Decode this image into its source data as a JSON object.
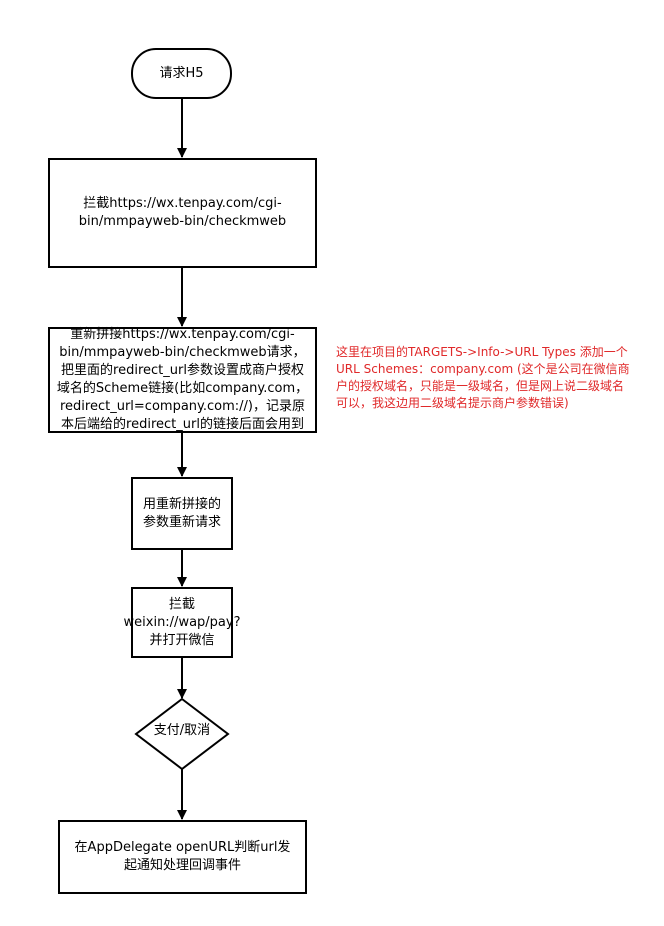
{
  "colors": {
    "stroke": "#000000",
    "node_fill": "#ffffff",
    "annotation_text": "#e0292a"
  },
  "nodes": {
    "start": "请求H5",
    "intercept_checkmweb": "拦截https://wx.tenpay.com/cgi-bin/mmpayweb-bin/checkmweb",
    "rebuild_url": "重新拼接https://wx.tenpay.com/cgi-bin/mmpayweb-bin/checkmweb请求，把里面的redirect_url参数设置成商户授权域名的Scheme链接(比如company.com，redirect_url=company.com://)，记录原本后端给的redirect_url的链接后面会用到",
    "rerequest": "用重新拼接的参数重新请求",
    "intercept_weixin": "拦截 weixin://wap/pay? 并打开微信",
    "decision": "支付/取消",
    "appdelegate": "在AppDelegate openURL判断url发起通知处理回调事件"
  },
  "annotation": "这里在项目的TARGETS->Info->URL Types 添加一个URL Schemes：company.com (这个是公司在微信商户的授权域名，只能是一级域名，但是网上说二级域名可以，我这边用二级域名提示商户参数错误)"
}
